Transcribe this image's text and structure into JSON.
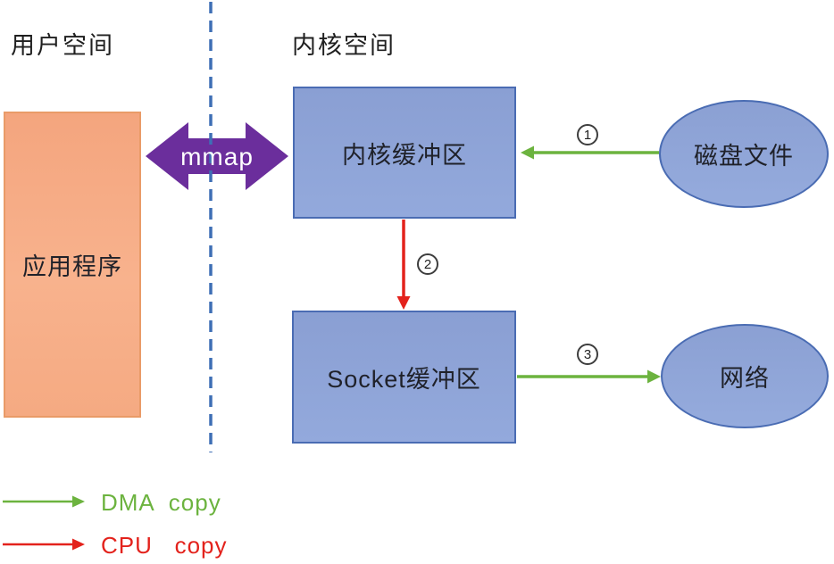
{
  "diagram": {
    "regions": {
      "user_space": "用户空间",
      "kernel_space": "内核空间"
    },
    "nodes": {
      "application": "应用程序",
      "kernel_buffer": "内核缓冲区",
      "socket_buffer": "Socket缓冲区",
      "disk_file": "磁盘文件",
      "network": "网络"
    },
    "mmap_label": "mmap",
    "steps": {
      "step1": "1",
      "step2": "2",
      "step3": "3"
    },
    "legend": {
      "dma": "DMA  copy",
      "cpu": "CPU   copy"
    },
    "colors": {
      "dma_green": "#6cb33f",
      "cpu_red": "#e3221c",
      "mmap_purple": "#6b2e9c",
      "node_blue_fill": "#8fa6d9",
      "node_blue_border": "#4a6cb3",
      "app_orange_fill": "#f6ac85",
      "app_orange_border": "#e99b68",
      "divider_blue": "#3e6fb5"
    }
  }
}
